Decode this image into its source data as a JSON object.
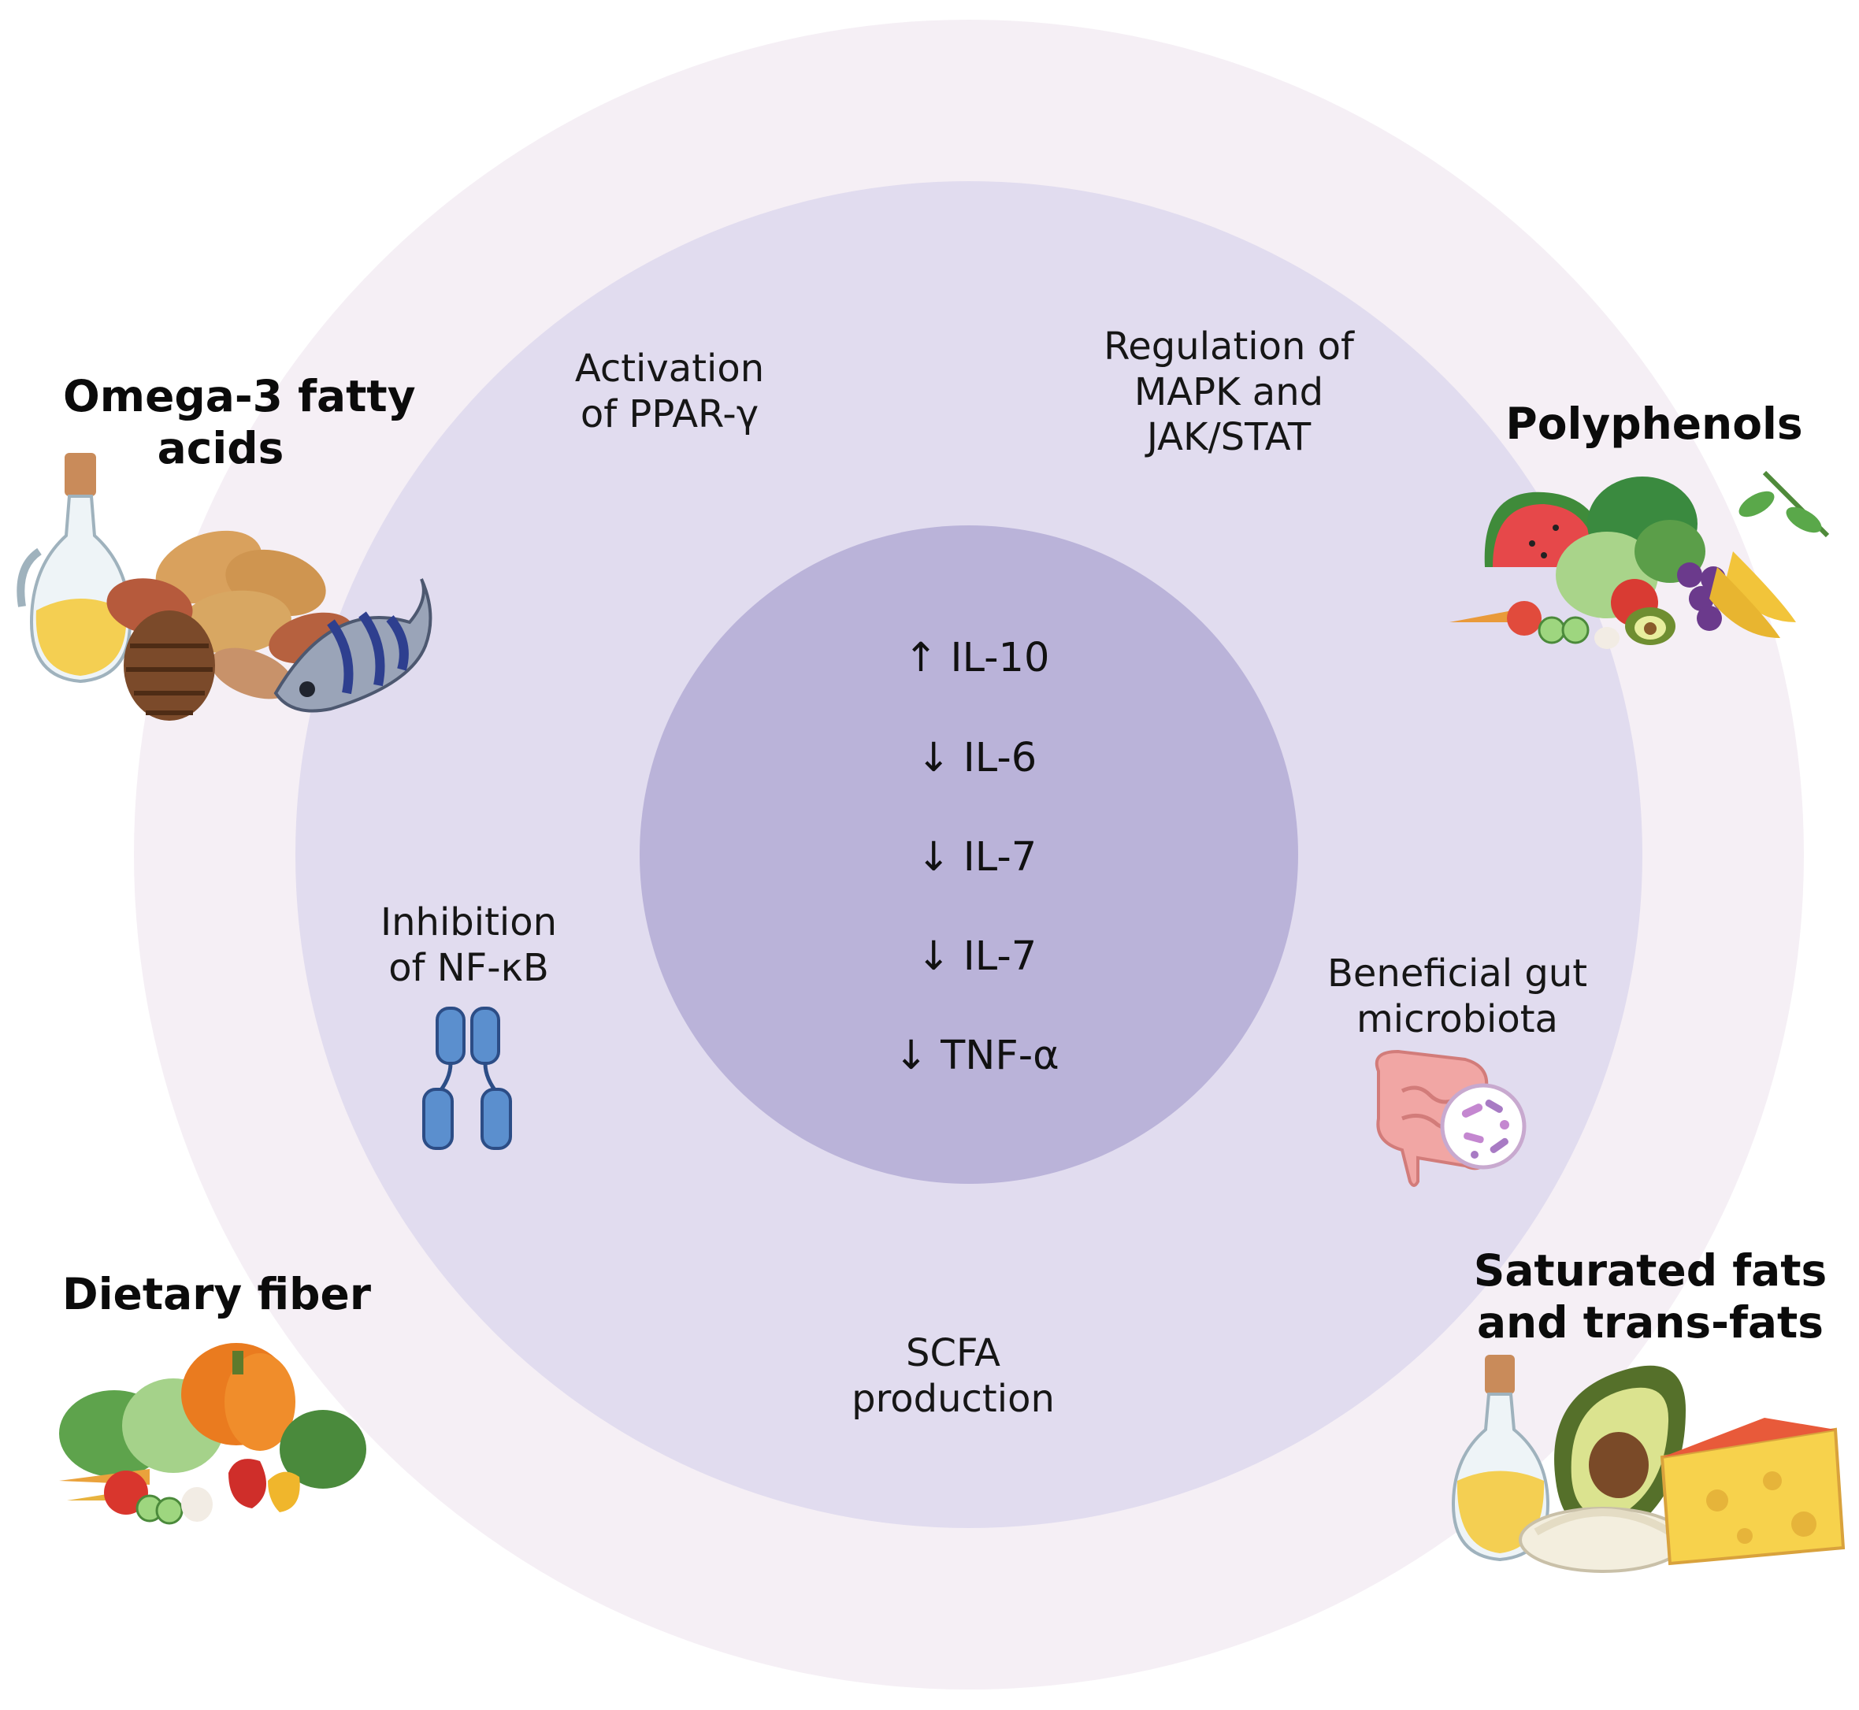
{
  "colors": {
    "outer_ring": "#f5eff5",
    "middle_ring": "#e1dcef",
    "inner_circle": "#bab3d9",
    "receptor": "#5b8fce",
    "receptor_stroke": "#2c4d86"
  },
  "foods": {
    "omega3": {
      "title": [
        "Omega-3 fatty",
        "acids"
      ],
      "icon": "oil-nuts-fish-icon"
    },
    "polyphenols": {
      "title": [
        "Polyphenols"
      ],
      "icon": "fruits-vegetables-icon"
    },
    "fiber": {
      "title": [
        "Dietary fiber"
      ],
      "icon": "vegetables-pumpkin-icon"
    },
    "saturated": {
      "title": [
        "Saturated fats",
        "and trans-fats"
      ],
      "icon": "oil-avocado-cheese-icon"
    }
  },
  "mechanisms": {
    "ppar": [
      "Activation",
      "of PPAR-γ"
    ],
    "mapk": [
      "Regulation of",
      "MAPK and",
      "JAK/STAT"
    ],
    "nfkb": [
      "Inhibition",
      "of NF-κB"
    ],
    "microbiota": [
      "Beneficial gut",
      "microbiota"
    ],
    "scfa": [
      "SCFA",
      "production"
    ]
  },
  "cytokines": [
    "↑ IL-10",
    "↓ IL-6",
    "↓ IL-7",
    "↓ IL-7",
    "↓ TNF-α"
  ]
}
